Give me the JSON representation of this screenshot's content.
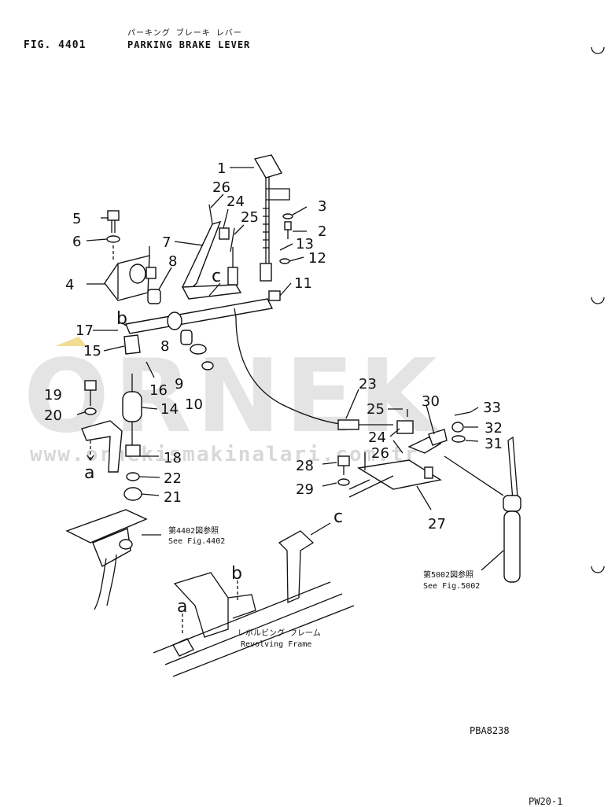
{
  "header": {
    "fig_id": "FIG. 4401",
    "title_jp": "パーキング ブレーキ レバー",
    "title_en": "PARKING BRAKE LEVER"
  },
  "parts": [
    {
      "num": "1"
    },
    {
      "num": "2"
    },
    {
      "num": "3"
    },
    {
      "num": "4"
    },
    {
      "num": "5"
    },
    {
      "num": "6"
    },
    {
      "num": "7"
    },
    {
      "num": "8"
    },
    {
      "num": "8"
    },
    {
      "num": "9"
    },
    {
      "num": "10"
    },
    {
      "num": "11"
    },
    {
      "num": "12"
    },
    {
      "num": "13"
    },
    {
      "num": "14"
    },
    {
      "num": "15"
    },
    {
      "num": "16"
    },
    {
      "num": "17"
    },
    {
      "num": "18"
    },
    {
      "num": "19"
    },
    {
      "num": "20"
    },
    {
      "num": "21"
    },
    {
      "num": "22"
    },
    {
      "num": "23"
    },
    {
      "num": "24"
    },
    {
      "num": "24"
    },
    {
      "num": "25"
    },
    {
      "num": "25"
    },
    {
      "num": "26"
    },
    {
      "num": "26"
    },
    {
      "num": "27"
    },
    {
      "num": "28"
    },
    {
      "num": "29"
    },
    {
      "num": "30"
    },
    {
      "num": "31"
    },
    {
      "num": "32"
    },
    {
      "num": "33"
    }
  ],
  "connection_letters": {
    "b_upper": "b",
    "c_upper": "c",
    "a_mid": "a",
    "c_lower": "c",
    "b_lower": "b",
    "a_lower": "a"
  },
  "notes": {
    "ref_4402_jp": "第4402図参照",
    "ref_4402_en": "See Fig.4402",
    "ref_5002_jp": "第5002図参照",
    "ref_5002_en": "See Fig.5002",
    "frame_jp": "レボルビング フレーム",
    "frame_en": "Revolving Frame"
  },
  "watermark": {
    "brand": "ORNEK",
    "url": "www.ornekismakinalari.com.tr"
  },
  "footer": {
    "drawing_code": "PBA8238",
    "page_code": "PW20-1"
  }
}
